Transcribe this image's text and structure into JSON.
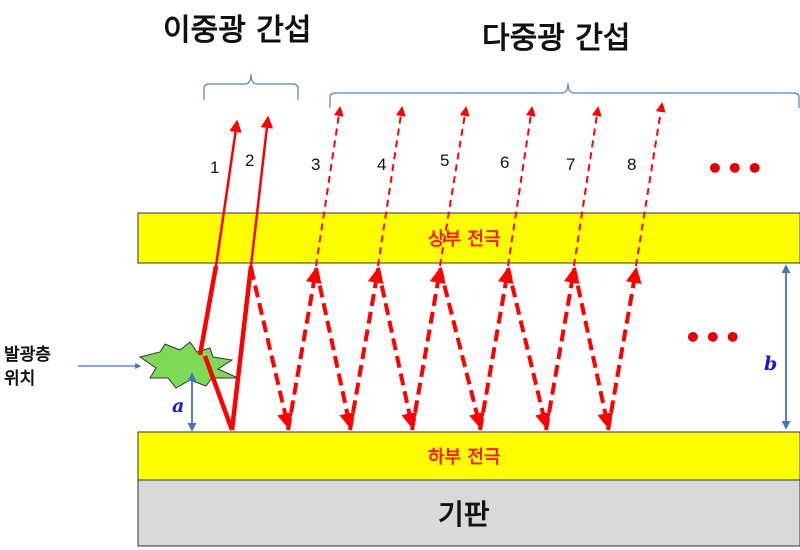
{
  "titles": {
    "double": "이중광 간섭",
    "multiple": "다중광 간섭"
  },
  "ray_numbers": [
    "1",
    "2",
    "3",
    "4",
    "5",
    "6",
    "7",
    "8"
  ],
  "ellipsis": "•••",
  "layers": {
    "top_electrode": "상부 전극",
    "bottom_electrode": "하부 전극",
    "substrate": "기판"
  },
  "emission_position": {
    "line1": "발광층",
    "line2": "위치"
  },
  "dimensions": {
    "a": "a",
    "b": "b"
  },
  "colors": {
    "electrode": "#ffff00",
    "substrate": "#d9d9d9",
    "ray": "#ff0000",
    "dimension": "#4472c4",
    "emitter": "#7ed957"
  }
}
